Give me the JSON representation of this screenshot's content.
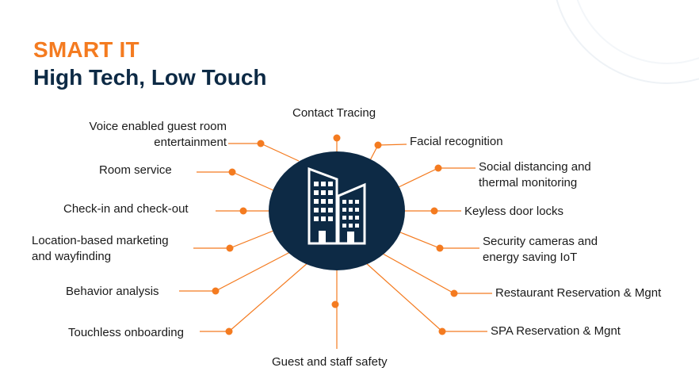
{
  "title": {
    "line1": "SMART IT",
    "line2": "High Tech, Low Touch"
  },
  "colors": {
    "accent": "#f47b20",
    "navy": "#0d2a45",
    "spoke": "#f47b20",
    "decor": "#e9eef3"
  },
  "hub": {
    "icon": "office-building-icon"
  },
  "features": [
    {
      "id": "contact-tracing",
      "lines": [
        "Contact Tracing"
      ]
    },
    {
      "id": "facial-recognition",
      "lines": [
        "Facial recognition"
      ]
    },
    {
      "id": "social-distancing",
      "lines": [
        "Social distancing and",
        "thermal monitoring"
      ]
    },
    {
      "id": "keyless-door-locks",
      "lines": [
        "Keyless door locks"
      ]
    },
    {
      "id": "security-cameras",
      "lines": [
        "Security cameras and",
        "energy saving IoT"
      ]
    },
    {
      "id": "restaurant-reservation",
      "lines": [
        "Restaurant Reservation & Mgnt"
      ]
    },
    {
      "id": "spa-reservation",
      "lines": [
        "SPA Reservation & Mgnt"
      ]
    },
    {
      "id": "guest-staff-safety",
      "lines": [
        "Guest and staff safety"
      ]
    },
    {
      "id": "touchless-onboarding",
      "lines": [
        "Touchless onboarding"
      ]
    },
    {
      "id": "behavior-analysis",
      "lines": [
        "Behavior analysis"
      ]
    },
    {
      "id": "location-marketing",
      "lines": [
        "Location-based marketing",
        "and wayfinding"
      ]
    },
    {
      "id": "check-in-out",
      "lines": [
        "Check-in and check-out"
      ]
    },
    {
      "id": "room-service",
      "lines": [
        "Room service"
      ]
    },
    {
      "id": "voice-entertainment",
      "lines": [
        "Voice enabled guest room",
        "entertainment"
      ]
    }
  ]
}
